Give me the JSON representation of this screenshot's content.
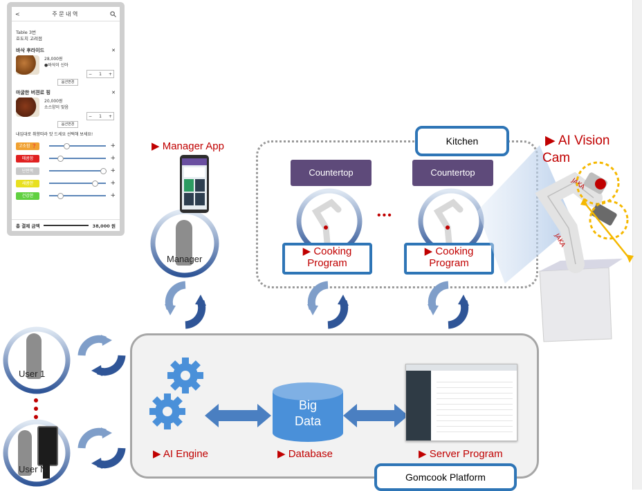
{
  "phone": {
    "title": "주 문 내 역",
    "back": "<",
    "table": "Table 3번",
    "store": "호도치 고려점",
    "items": [
      {
        "name": "바삭 후라이드",
        "price": "28,000원",
        "desc": "●바삭이 신아",
        "qty": "1",
        "opt": "옵션변경"
      },
      {
        "name": "마굴한 버젼로 핑",
        "price": "20,000원",
        "desc": "소스양이 맞음",
        "qty": "1",
        "opt": "옵션변경"
      }
    ],
    "prompt": "내입대로 취향따라 맛 드세요 선택해 보세요!",
    "options": [
      {
        "label": "고소함 ❓",
        "color": "#f0a030",
        "level": 0.3
      },
      {
        "label": "매콤함",
        "color": "#e02020",
        "level": 0.2
      },
      {
        "label": "단짠쪽",
        "color": "#c8c8c8",
        "level": 0.95
      },
      {
        "label": "새콤한",
        "color": "#e8e020",
        "level": 0.8
      },
      {
        "label": "건강한",
        "color": "#60d040",
        "level": 0.2
      }
    ],
    "total_label": "총 결제 금액",
    "total_value": "38,000 원"
  },
  "labels": {
    "manager_app": "▶ Manager App",
    "manager": "Manager",
    "ai_vision": "▶ AI Vision",
    "cam": "Cam",
    "kitchen": "Kitchen",
    "countertop_1": "Countertop",
    "countertop_2": "Countertop",
    "cooking_1_a": "▶ Cooking",
    "cooking_1_b": "Program",
    "cooking_2_a": "▶ Cooking",
    "cooking_2_b": "Program",
    "ellipsis": "•••",
    "user1": "User 1",
    "userN": "User N",
    "big": "Big",
    "data": "Data",
    "ai_engine": "▶ AI Engine",
    "database": "▶ Database",
    "server_program": "▶ Server Program",
    "gomcook_platform": "Gomcook Platform",
    "robot_brand_1": "JAKA",
    "robot_brand_2": "JAKA"
  },
  "colors": {
    "accent_blue": "#2e75b6",
    "label_red": "#c00000",
    "countertop_purple": "#5e4a7a",
    "gear_blue": "#4a90d9",
    "cam_yellow": "#f5b800"
  },
  "icons": [
    "gear-icon",
    "database-cylinder-icon",
    "sync-arrows-icon",
    "robot-arm-icon",
    "person-silhouette-icon",
    "kiosk-icon"
  ]
}
